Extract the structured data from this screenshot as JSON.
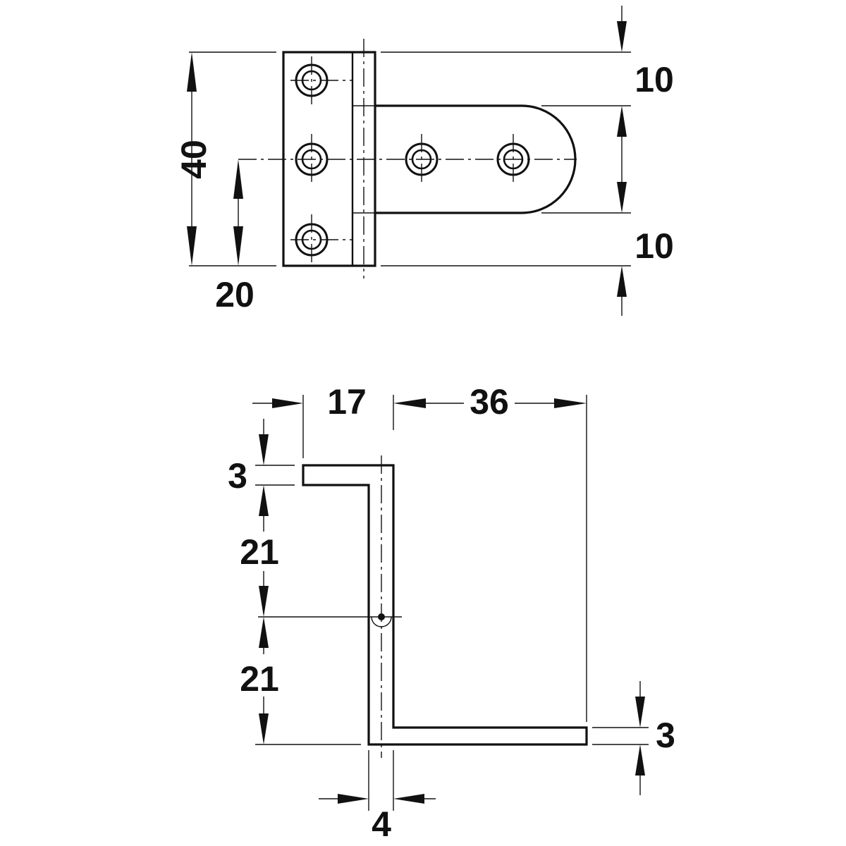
{
  "top_view": {
    "dim_height": "40",
    "dim_center_height": "20",
    "dim_top_offset": "10",
    "dim_bottom_offset": "10"
  },
  "side_view": {
    "dim_leaf_width": "17",
    "dim_arm_length": "36",
    "dim_top_thickness": "3",
    "dim_upper_height": "21",
    "dim_lower_height": "21",
    "dim_bottom_thickness": "3",
    "dim_knuckle_width": "4"
  },
  "colors": {
    "line": "#111111",
    "background": "#ffffff"
  }
}
